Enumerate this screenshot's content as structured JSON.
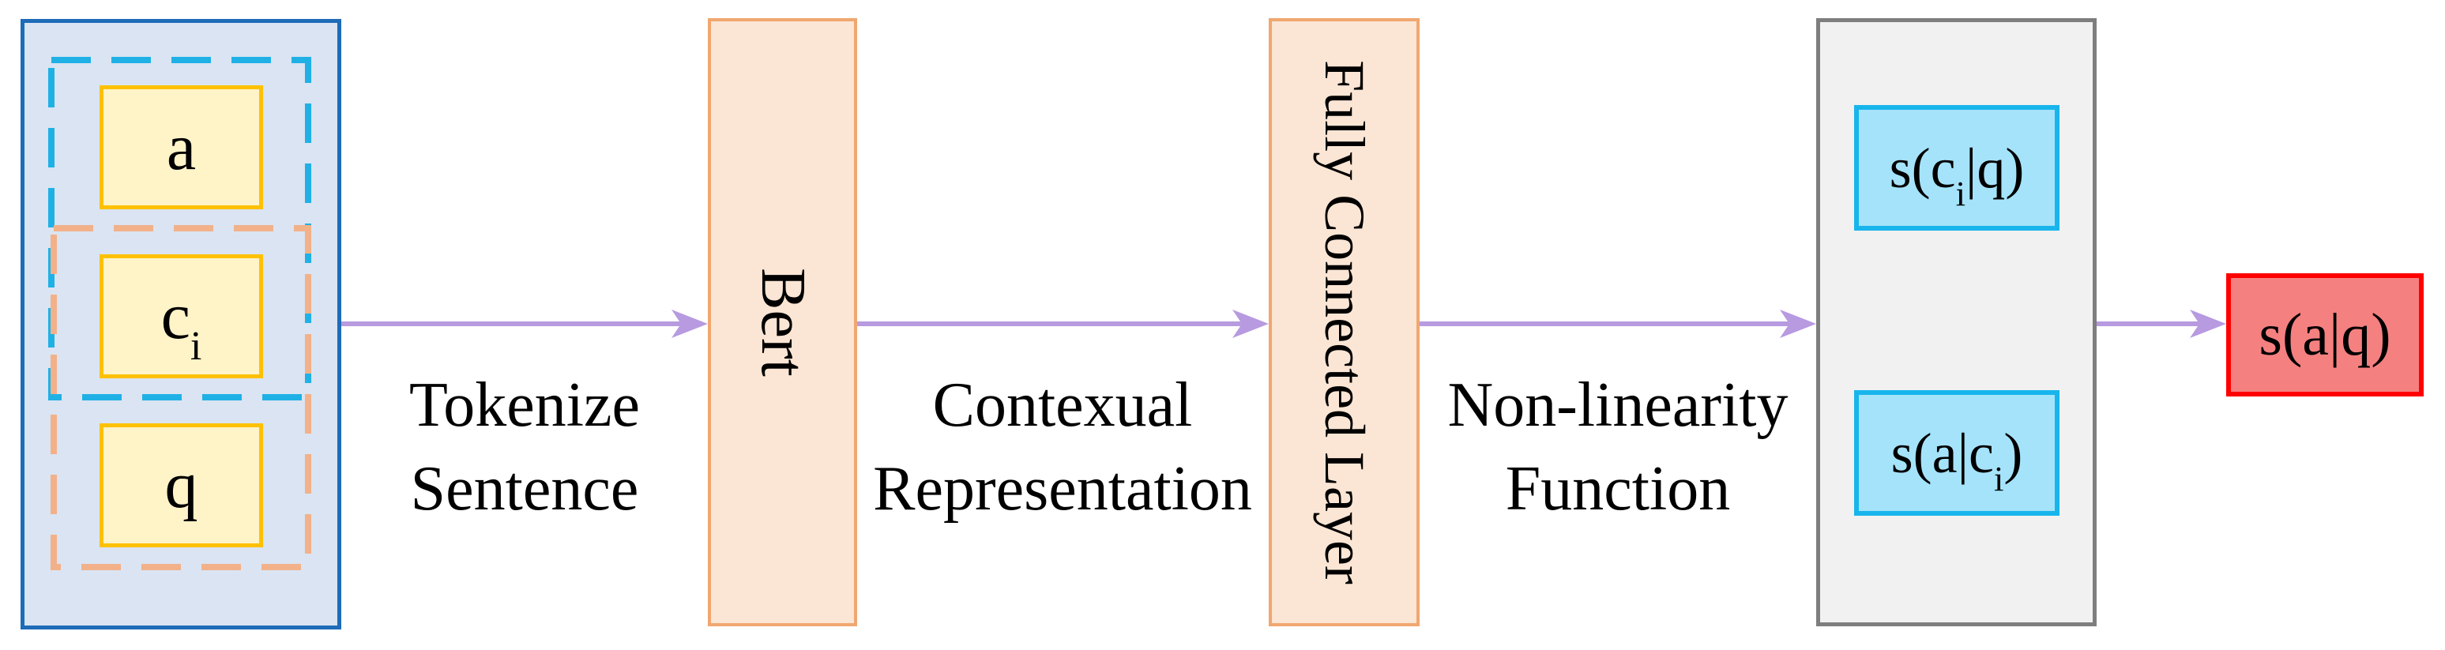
{
  "colors": {
    "canvas_bg": "#ffffff",
    "text_color": "#000000",
    "input_panel_fill": "#dae4f2",
    "input_panel_border": "#1e6bb8",
    "token_fill": "#fff3c8",
    "token_border": "#fec101",
    "answer_group_dash": "#1fb1e6",
    "question_group_dash": "#f2b189",
    "layer_fill": "#fbe5d4",
    "layer_border": "#f0a76f",
    "arrow_color": "#b79ae0",
    "output_panel_fill": "#f1f1f1",
    "output_panel_border": "#7e7e7e",
    "score_fill": "#a5e3fa",
    "score_border": "#18b5ec",
    "final_fill": "#f58080",
    "final_border": "#fe0000"
  },
  "input_panel": {
    "tokens": [
      {
        "base": "a",
        "sub": ""
      },
      {
        "base": "c",
        "sub": "i"
      },
      {
        "base": "q",
        "sub": ""
      }
    ]
  },
  "stages": {
    "bert": {
      "label": "Bert"
    },
    "fully_connected": {
      "label": "Fully Connected Layer"
    }
  },
  "arrow_labels": [
    {
      "line1": "Tokenize",
      "line2": "Sentence"
    },
    {
      "line1": "Contexual",
      "line2": "Representation"
    },
    {
      "line1": "Non-linearity",
      "line2": "Function"
    }
  ],
  "output_panel": {
    "scores": [
      {
        "pre": "s(c",
        "sub": "i",
        "post": "|q)"
      },
      {
        "pre": "s(a|c",
        "sub": "i",
        "post": ")"
      }
    ]
  },
  "final_score": {
    "pre": "s(a|q)",
    "sub": "",
    "post": ""
  }
}
